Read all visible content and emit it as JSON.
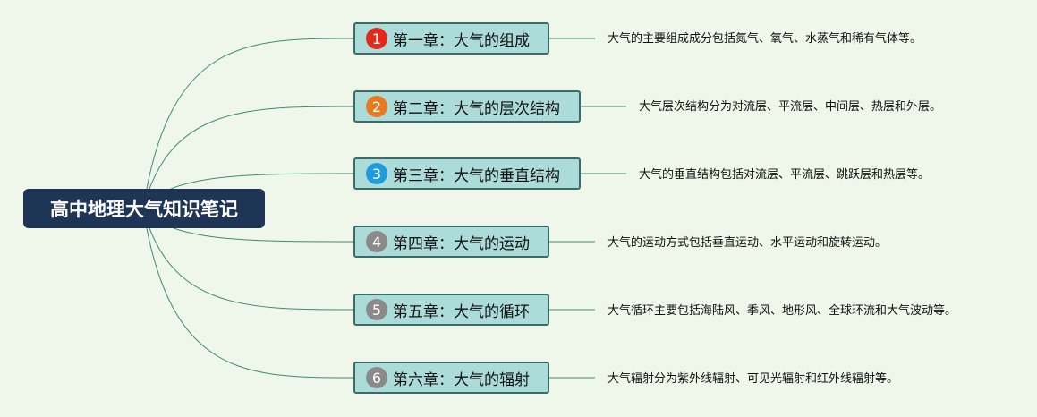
{
  "root": {
    "title": "高中地理大气知识笔记"
  },
  "colors": {
    "background": "#eef7ea",
    "root_fill": "#1f3556",
    "chapter_fill": "#acdcd9",
    "chapter_border": "#3c6c68",
    "connector": "#3e8c72"
  },
  "chapters": [
    {
      "number": "1",
      "badge_color": "#e12a1c",
      "label": "第一章：大气的组成",
      "description": "大气的主要组成成分包括氮气、氧气、水蒸气和稀有气体等。"
    },
    {
      "number": "2",
      "badge_color": "#e77a22",
      "label": "第二章：大气的层次结构",
      "description": "大气层次结构分为对流层、平流层、中间层、热层和外层。"
    },
    {
      "number": "3",
      "badge_color": "#1f9cdc",
      "label": "第三章：大气的垂直结构",
      "description": "大气的垂直结构包括对流层、平流层、跳跃层和热层等。"
    },
    {
      "number": "4",
      "badge_color": "#8a8a8a",
      "label": "第四章：大气的运动",
      "description": "大气的运动方式包括垂直运动、水平运动和旋转运动。"
    },
    {
      "number": "5",
      "badge_color": "#8a8a8a",
      "label": "第五章：大气的循环",
      "description": "大气循环主要包括海陆风、季风、地形风、全球环流和大气波动等。"
    },
    {
      "number": "6",
      "badge_color": "#8a8a8a",
      "label": "第六章：大气的辐射",
      "description": "大气辐射分为紫外线辐射、可见光辐射和红外线辐射等。"
    }
  ]
}
